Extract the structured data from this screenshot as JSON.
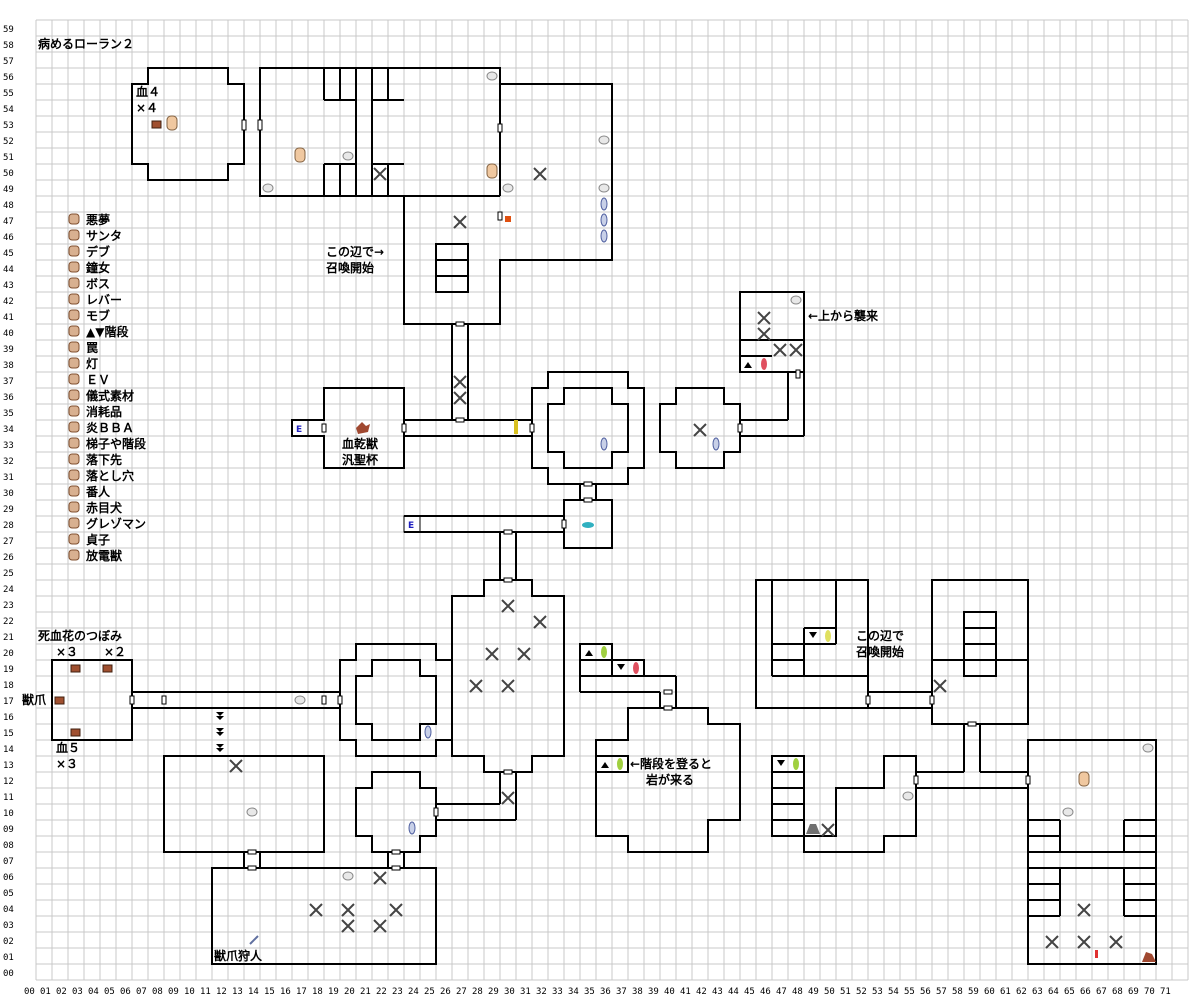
{
  "title": "病めるローラン２",
  "legend": [
    {
      "icon": "chest-icon",
      "label": "悪夢"
    },
    {
      "icon": "npc-icon",
      "label": "サンタ"
    },
    {
      "icon": "npc-icon",
      "label": "デブ"
    },
    {
      "icon": "npc-icon",
      "label": "鐘女"
    },
    {
      "icon": "boss-icon",
      "label": "ボス"
    },
    {
      "icon": "lever-icon",
      "label": "レバー"
    },
    {
      "icon": "mob-icon",
      "label": "モブ"
    },
    {
      "icon": "stairs-icon",
      "label": "▲▼階段"
    },
    {
      "icon": "trap-icon",
      "label": "罠"
    },
    {
      "icon": "lamp-icon",
      "label": "灯"
    },
    {
      "icon": "ev-icon",
      "label": "ＥＶ"
    },
    {
      "icon": "ritual-icon",
      "label": "儀式素材"
    },
    {
      "icon": "item-icon",
      "label": "消耗品"
    },
    {
      "icon": "boss-icon",
      "label": "炎ＢＢＡ"
    },
    {
      "icon": "ladder-icon",
      "label": "梯子や階段"
    },
    {
      "icon": "drop-icon",
      "label": "落下先"
    },
    {
      "icon": "pit-icon",
      "label": "落とし穴"
    },
    {
      "icon": "guard-icon",
      "label": "番人"
    },
    {
      "icon": "dog-icon",
      "label": "赤目犬"
    },
    {
      "icon": "npc-icon",
      "label": "グレゾマン"
    },
    {
      "icon": "npc-icon",
      "label": "貞子"
    },
    {
      "icon": "npc-icon",
      "label": "放電獣"
    }
  ],
  "annotations": {
    "summon_start_a": [
      "この辺で→",
      "召喚開始"
    ],
    "attack_from_above": "←上から襲来",
    "boss_name": [
      "血乾獣",
      "汎聖杯"
    ],
    "death_flower": "死血花のつぼみ",
    "count_x3": "×３",
    "count_x2": "×２",
    "blood4": "血４",
    "x4": "×４",
    "blood5": "血５",
    "x3b": "×３",
    "beast_claw": "獣爪",
    "beast_hunter": "獣爪狩人",
    "rock_note": [
      "←階段を登ると",
      "岩が来る"
    ],
    "summon_start_b": [
      "この辺で",
      "召喚開始"
    ],
    "ev_mark": "E"
  },
  "axis": {
    "x_labels": [
      "00",
      "01",
      "02",
      "03",
      "04",
      "05",
      "06",
      "07",
      "08",
      "09",
      "10",
      "11",
      "12",
      "13",
      "14",
      "15",
      "16",
      "17",
      "18",
      "19",
      "20",
      "21",
      "22",
      "23",
      "24",
      "25",
      "26",
      "27",
      "28",
      "29",
      "30",
      "31",
      "32",
      "33",
      "34",
      "35",
      "36",
      "37",
      "38",
      "39",
      "40",
      "41",
      "42",
      "43",
      "44",
      "45",
      "46",
      "47",
      "48",
      "49",
      "50",
      "51",
      "52",
      "53",
      "54",
      "55",
      "56",
      "57",
      "58",
      "59",
      "60",
      "61",
      "62",
      "63",
      "64",
      "65",
      "66",
      "67",
      "68",
      "69",
      "70",
      "71"
    ],
    "y_max": 59
  },
  "colors": {
    "grid": "#c8c8c8",
    "wall": "#000000",
    "ladder": "#8fa0c8",
    "ritual": "#a0c020",
    "red": "#e03030",
    "lamp": "#30b0c0",
    "trap": "#e05010",
    "ev": "#2020c0"
  }
}
